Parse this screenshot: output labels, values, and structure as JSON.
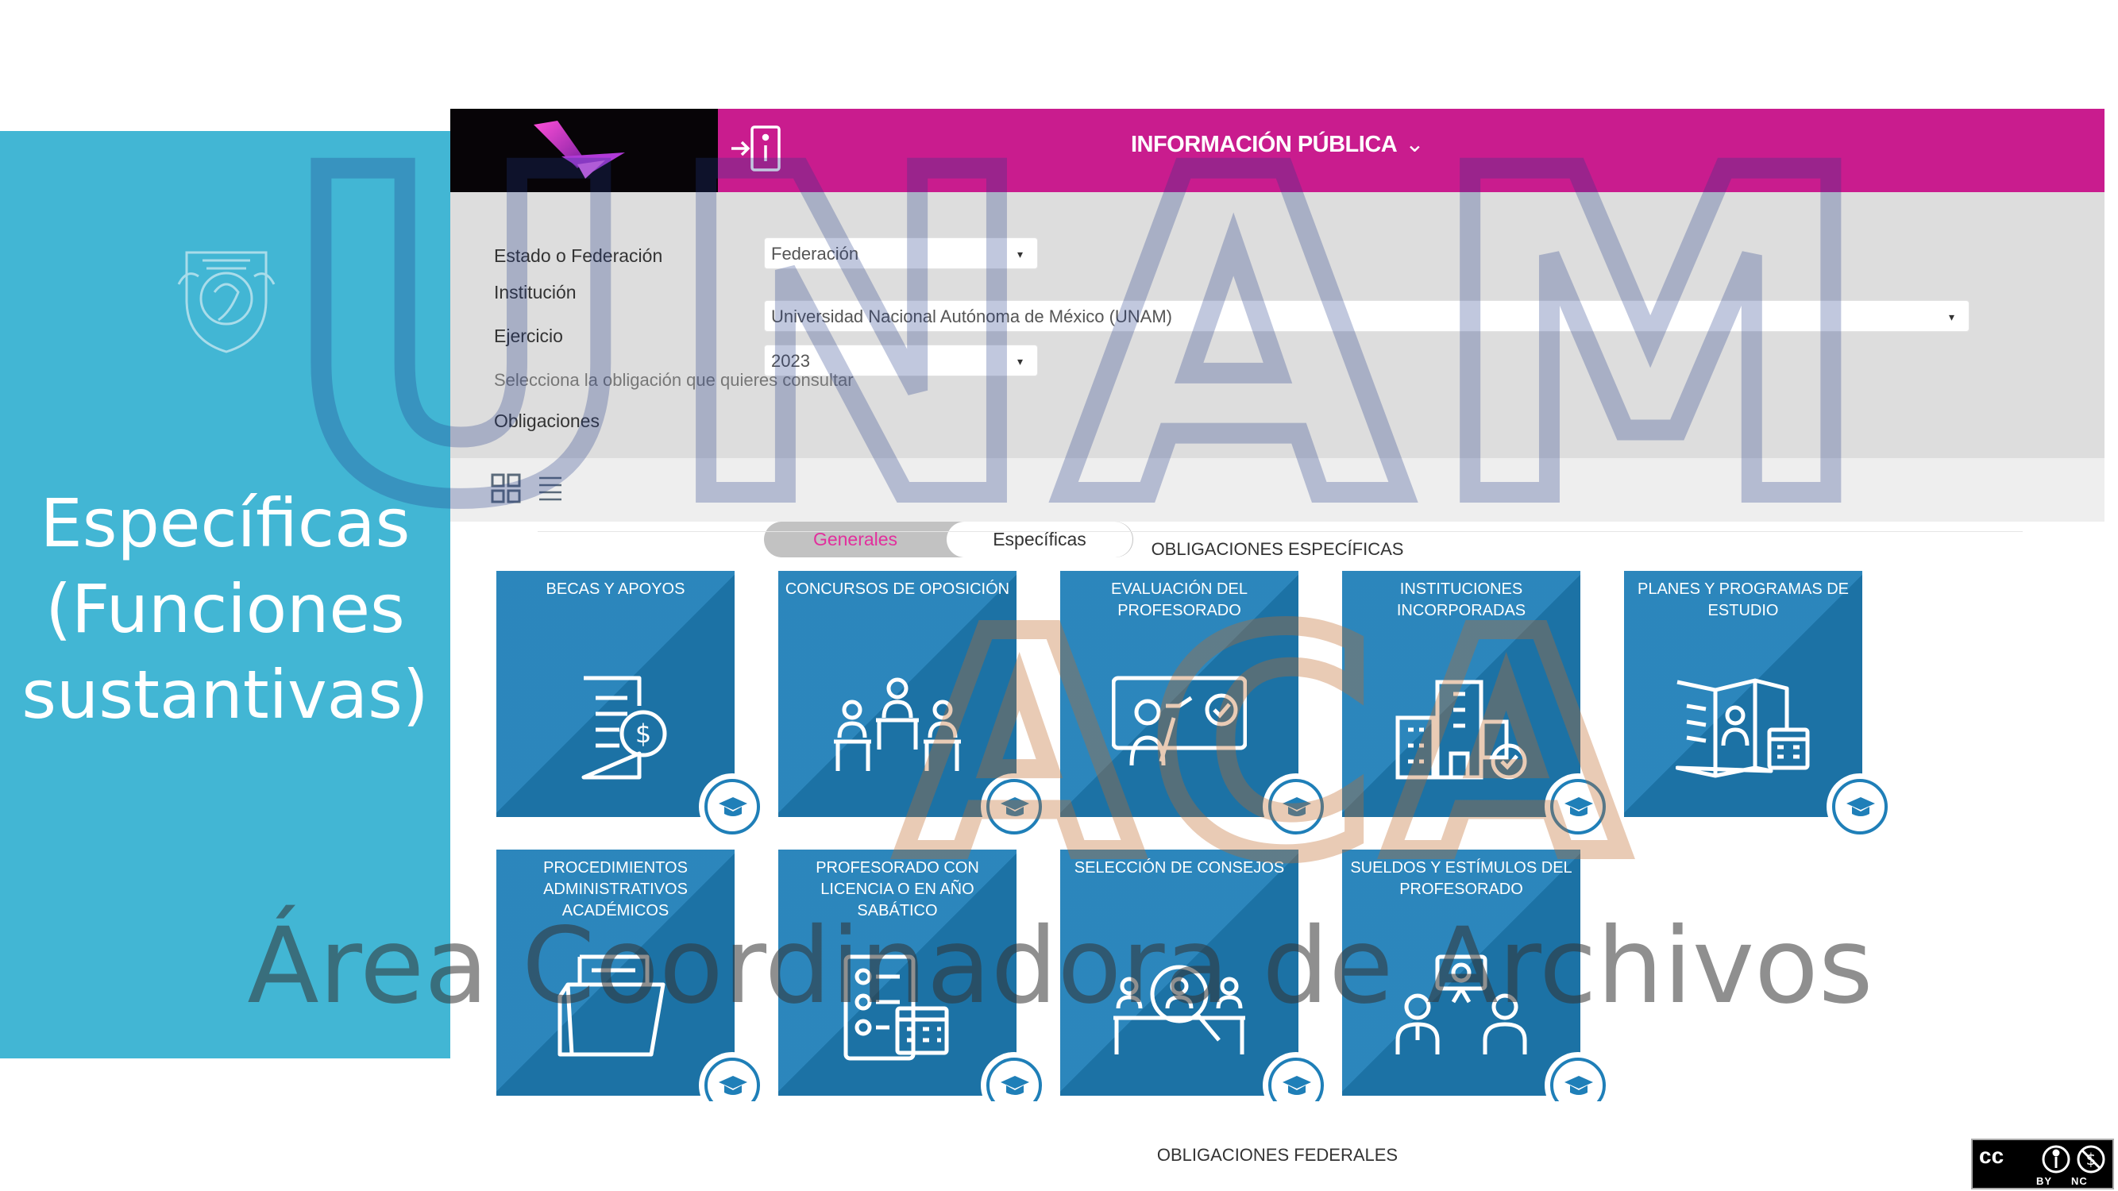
{
  "slide": {
    "title_line1": "Específicas",
    "title_line2": "(Funciones",
    "title_line3": "sustantivas)"
  },
  "header": {
    "title": "INFORMACIÓN PÚBLICA",
    "chevron": "⌄",
    "brand_color": "#c91c8e"
  },
  "form": {
    "estado_label": "Estado o Federación",
    "estado_value": "Federación",
    "institucion_label": "Institución",
    "institucion_value": "Universidad Nacional Autónoma de México (UNAM)",
    "ejercicio_label": "Ejercicio",
    "ejercicio_value": "2023",
    "hint": "Selecciona la obligación que quieres consultar",
    "obligaciones_label": "Obligaciones",
    "toggle_generales": "Generales",
    "toggle_especificas": "Específicas",
    "caret": "▾"
  },
  "sections": {
    "especificas": "OBLIGACIONES ESPECÍFICAS",
    "federales": "OBLIGACIONES FEDERALES"
  },
  "tiles": [
    {
      "title": "BECAS Y APOYOS",
      "icon": "document-money-icon"
    },
    {
      "title": "CONCURSOS DE OPOSICIÓN",
      "icon": "candidates-desks-icon"
    },
    {
      "title": "EVALUACIÓN DEL PROFESORADO",
      "icon": "teacher-board-check-icon"
    },
    {
      "title": "INSTITUCIONES INCORPORADAS",
      "icon": "buildings-check-icon"
    },
    {
      "title": "PLANES Y PROGRAMAS DE ESTUDIO",
      "icon": "brochure-calendar-icon"
    },
    {
      "title": "PROCEDIMIENTOS ADMINISTRATIVOS ACADÉMICOS",
      "icon": "open-folder-icon"
    },
    {
      "title": "PROFESORADO CON LICENCIA O EN AÑO SABÁTICO",
      "icon": "list-calendar-icon"
    },
    {
      "title": "SELECCIÓN DE CONSEJOS",
      "icon": "magnifier-people-icon"
    },
    {
      "title": "SUELDOS Y ESTÍMULOS DEL PROFESORADO",
      "icon": "people-money-icon"
    }
  ],
  "watermark": {
    "line1": "UNAM",
    "line2": "ACA",
    "line3": "Área Coordinadora de Archivos"
  },
  "license": {
    "cc": "cc",
    "by": "BY",
    "nc": "NC"
  },
  "colors": {
    "slide_panel": "#42b6d4",
    "tile": "#1f7fb8",
    "toggle_active_text": "#e22f9d"
  }
}
